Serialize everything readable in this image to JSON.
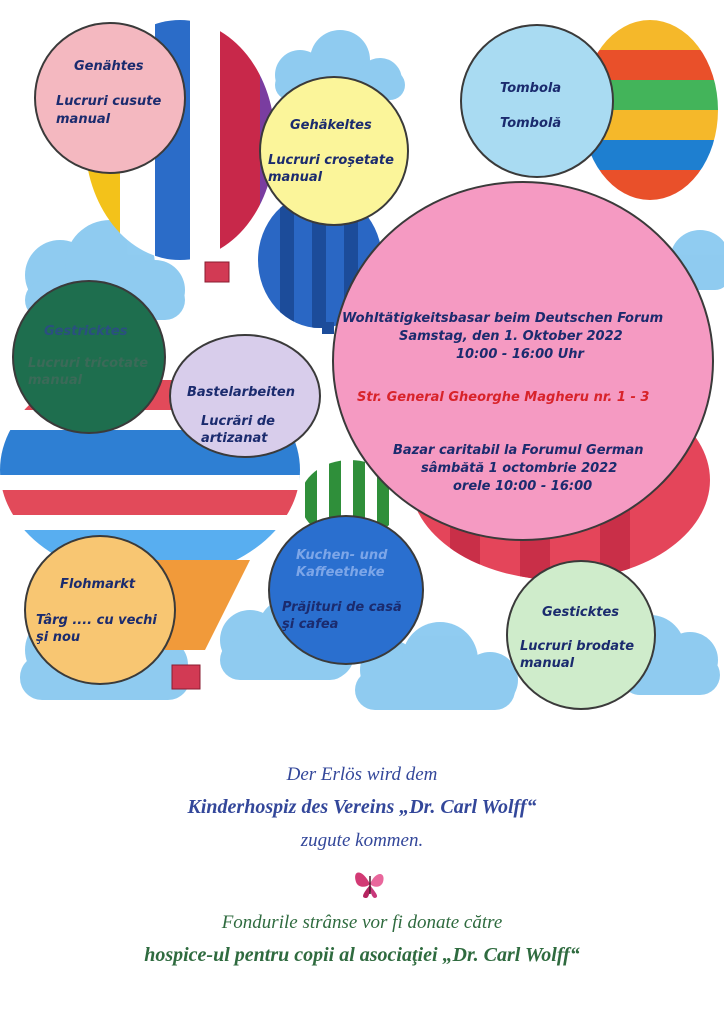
{
  "circles": {
    "genaehtes": {
      "de": "Genähtes",
      "ro_line1": "Lucruri cusute",
      "ro_line2": "manual"
    },
    "gehaekeltes": {
      "de": "Gehäkeltes",
      "ro_line1": "Lucruri croşetate",
      "ro_line2": "manual"
    },
    "tombola": {
      "de": "Tombola",
      "ro": "Tombolă"
    },
    "gestricktes": {
      "de": "Gestricktes",
      "ro_line1": "Lucruri tricotate",
      "ro_line2": "manual"
    },
    "bastelarbeiten": {
      "de": "Bastelarbeiten",
      "ro_line1": "Lucrări de",
      "ro_line2": "artizanat"
    },
    "flohmarkt": {
      "de": "Flohmarkt",
      "ro_line1": "Târg .... cu vechi",
      "ro_line2": "şi nou"
    },
    "kuchen": {
      "de_line1": "Kuchen- und",
      "de_line2": "Kaffeetheke",
      "ro_line1": "Prăjituri de casă",
      "ro_line2": "şi cafea"
    },
    "gesticktes": {
      "de": "Gesticktes",
      "ro_line1": "Lucruri brodate",
      "ro_line2": "manual"
    }
  },
  "main": {
    "title_de": "Wohltätigkeitsbasar beim Deutschen Forum",
    "date_de": "Samstag, den 1. Oktober 2022",
    "time_de": "10:00 - 16:00 Uhr",
    "address": "Str. General Gheorghe Magheru nr. 1 - 3",
    "title_ro": "Bazar caritabil la Forumul German",
    "date_ro": "sâmbătă 1 octombrie 2022",
    "time_ro": "orele 10:00 - 16:00"
  },
  "footer": {
    "de_line1": "Der Erlös wird dem",
    "de_line2": "Kinderhospiz des Vereins „Dr. Carl Wolff“",
    "de_line3": "zugute kommen.",
    "ro_line1": "Fondurile strânse vor fi donate către",
    "ro_line2": "hospice-ul pentru copii al asociaţiei „Dr. Carl Wolff“"
  },
  "colors": {
    "pink": "#f4b8c0",
    "yellow": "#fbf59a",
    "light_blue": "#a9dbf2",
    "dark_green": "#1e6e4e",
    "lavender": "#d8cdeb",
    "orange": "#f8c672",
    "blue": "#2a6fcf",
    "light_green": "#cfeccb",
    "main_pink": "#f59ac2",
    "navy_text": "#1b2b6e",
    "red_text": "#d8232a",
    "footer_blue": "#33479a",
    "footer_green": "#2f6b3f"
  }
}
